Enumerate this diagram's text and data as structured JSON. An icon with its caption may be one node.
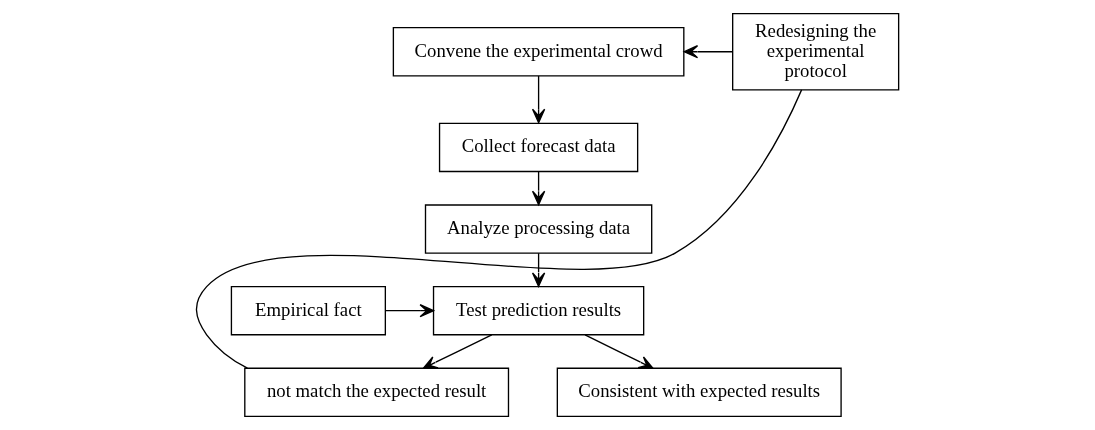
{
  "diagram": {
    "nodes": [
      {
        "text": [
          "Convene the experimental crowd"
        ]
      },
      {
        "text": [
          "Collect forecast data"
        ]
      },
      {
        "text": [
          "Analyze processing data"
        ]
      },
      {
        "text": [
          "Empirical fact"
        ]
      },
      {
        "text": [
          "Test prediction results"
        ]
      },
      {
        "text": [
          "not match the expected result"
        ]
      },
      {
        "text": [
          "Consistent with expected results"
        ]
      },
      {
        "text": [
          "Redesigning the experimental protocol"
        ]
      }
    ],
    "edges": [
      {
        "from": 0,
        "to": 1,
        "arrow": "to"
      },
      {
        "from": 1,
        "to": 2,
        "arrow": "to"
      },
      {
        "from": 2,
        "to": 4,
        "arrow": "to"
      },
      {
        "from": 3,
        "to": 4,
        "arrow": "to"
      },
      {
        "from": 4,
        "to": 5,
        "arrow": "to"
      },
      {
        "from": 4,
        "to": 6,
        "arrow": "to"
      },
      {
        "from": 5,
        "to": 7,
        "arrow": "none"
      },
      {
        "from": 7,
        "to": 0,
        "arrow": "to"
      }
    ]
  }
}
